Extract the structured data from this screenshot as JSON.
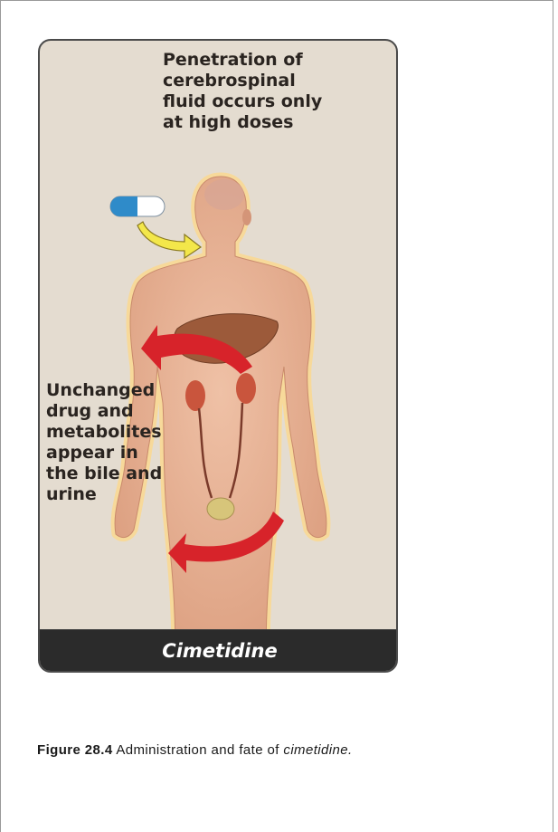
{
  "diagram": {
    "top_label": "Penetration of\ncerebrospinal\nfluid occurs only\nat high doses",
    "left_label": "Unchanged\ndrug and\nmetabolites\nappear in\nthe bile and\nurine",
    "drug_name": "Cimetidine",
    "colors": {
      "background": "#e4dcd0",
      "body": "#e2a889",
      "glow": "#f7d99a",
      "liver": "#9c5a3a",
      "kidney": "#c9553d",
      "arrow_red": "#d7232a",
      "arrow_yellow": "#f3e74a",
      "capsule_blue": "#2f8bc9",
      "name_bar": "#2b2b2b"
    },
    "icons": [
      "capsule-icon",
      "yellow-arrow-icon",
      "red-arrow-icon",
      "human-body-icon",
      "liver-icon",
      "kidney-icon",
      "bladder-icon"
    ]
  },
  "caption": {
    "figure_number": "Figure 28.4",
    "text": " Administration and fate of ",
    "drug": "cimetidine."
  }
}
